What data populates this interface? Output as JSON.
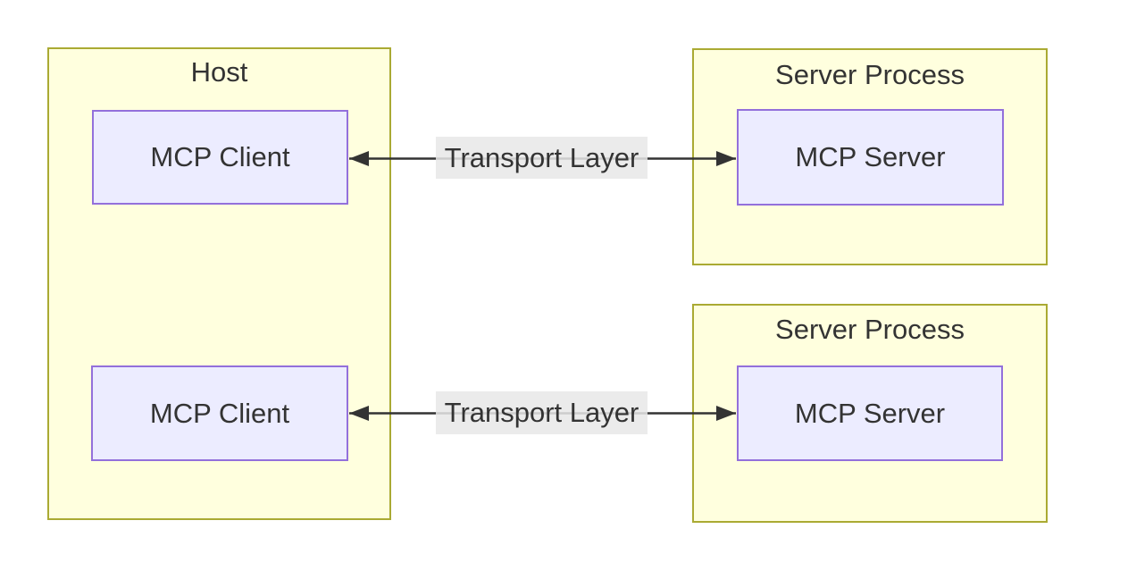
{
  "colors": {
    "background": "#ffffff",
    "group_fill": "#ffffde",
    "group_border": "#aaaa33",
    "node_fill": "#ececff",
    "node_border": "#9370db",
    "edge_line": "#333333",
    "edge_label_bg": "#e8e8e8",
    "text": "#333333"
  },
  "diagram": {
    "host": {
      "title": "Host",
      "nodes": [
        {
          "label": "MCP Client"
        },
        {
          "label": "MCP Client"
        }
      ]
    },
    "server_processes": [
      {
        "title": "Server Process",
        "node": {
          "label": "MCP Server"
        }
      },
      {
        "title": "Server Process",
        "node": {
          "label": "MCP Server"
        }
      }
    ],
    "edges": [
      {
        "label": "Transport Layer",
        "direction": "bidirectional"
      },
      {
        "label": "Transport Layer",
        "direction": "bidirectional"
      }
    ]
  }
}
